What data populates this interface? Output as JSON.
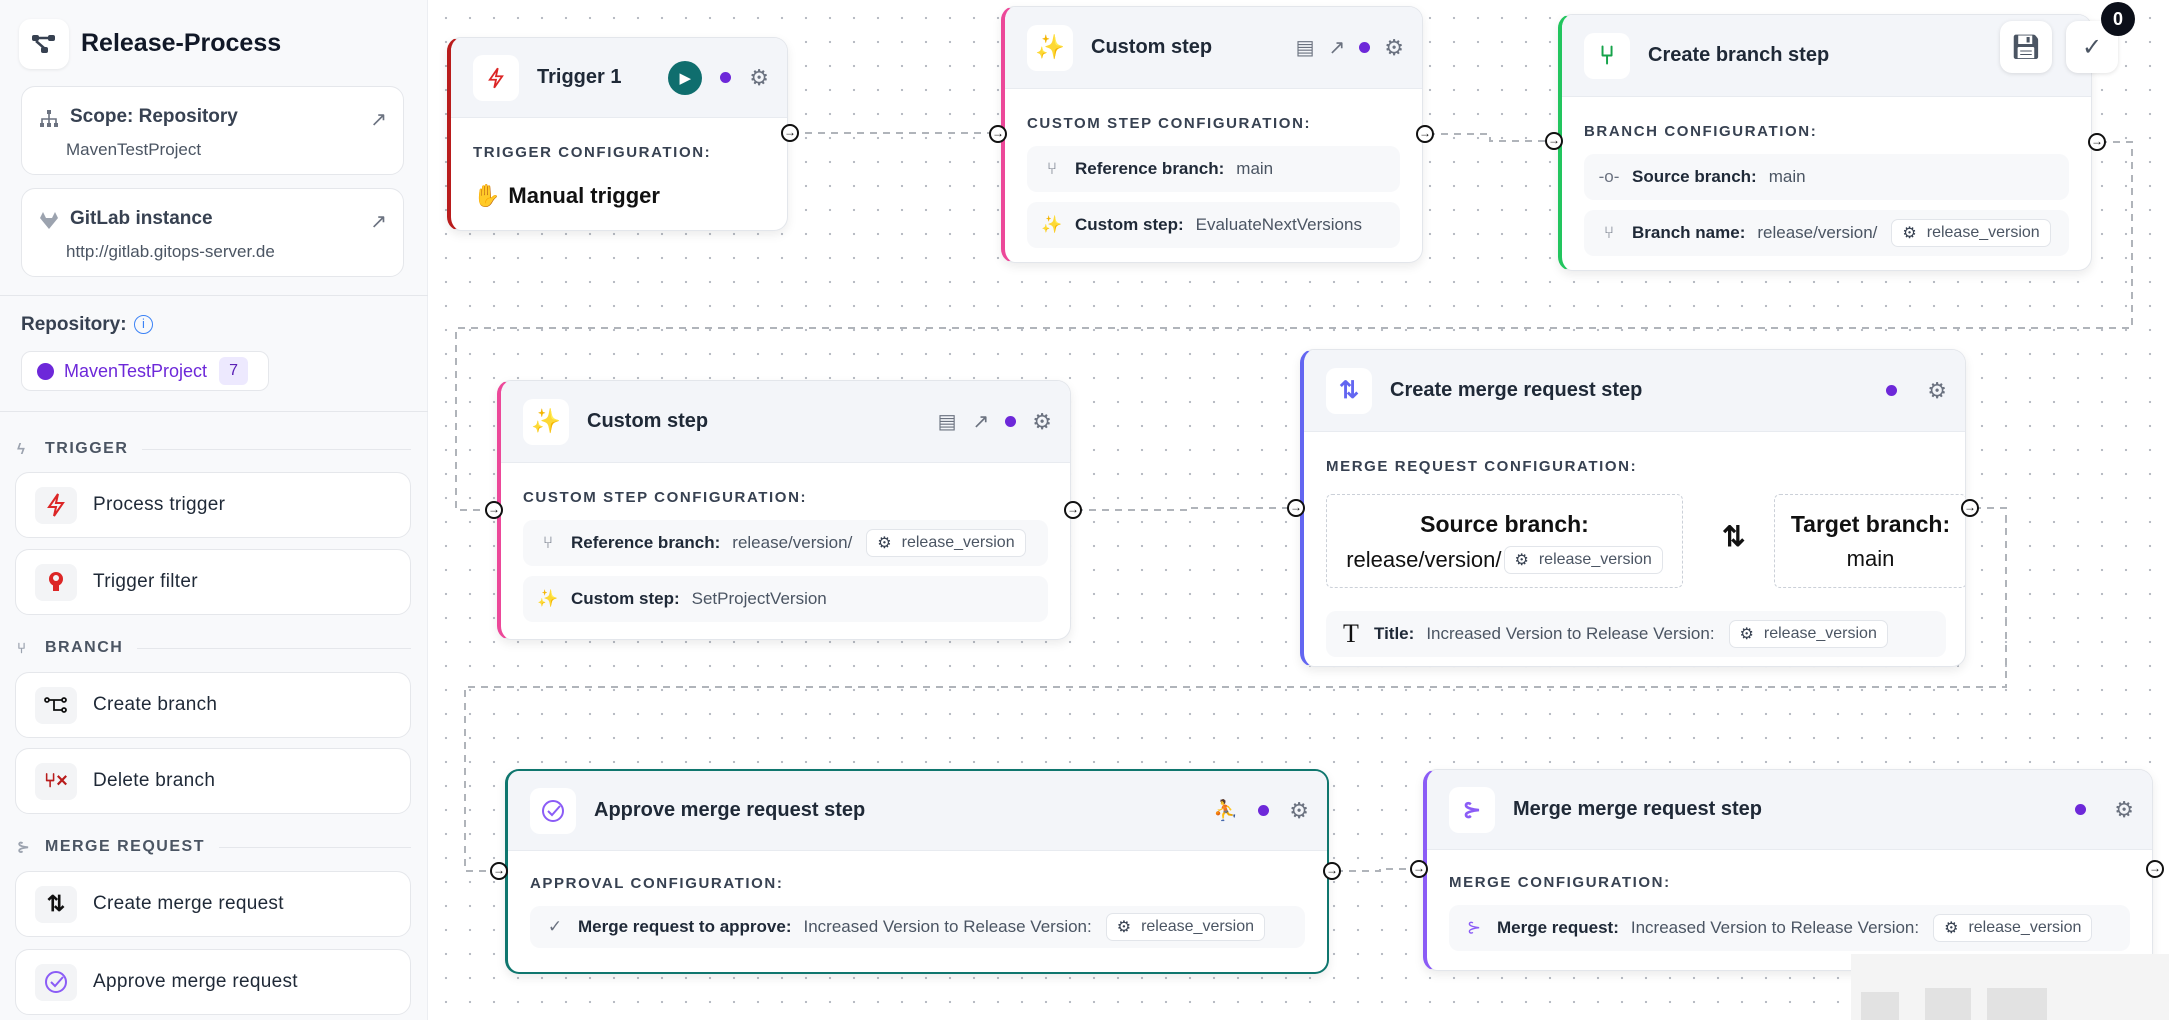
{
  "sidebar": {
    "title": "Release-Process",
    "scope": {
      "label": "Scope: Repository",
      "value": "MavenTestProject"
    },
    "gitlab": {
      "label": "GitLab instance",
      "value": "http://gitlab.gitops-server.de"
    },
    "repository": {
      "label": "Repository:",
      "chip": "MavenTestProject",
      "count": "7"
    },
    "sections": [
      {
        "title": "TRIGGER",
        "items": [
          {
            "label": "Process trigger",
            "icon": "lightning-icon"
          },
          {
            "label": "Trigger filter",
            "icon": "filter-icon"
          }
        ]
      },
      {
        "title": "BRANCH",
        "items": [
          {
            "label": "Create branch",
            "icon": "branch-create-icon"
          },
          {
            "label": "Delete branch",
            "icon": "branch-delete-icon"
          }
        ]
      },
      {
        "title": "MERGE REQUEST",
        "items": [
          {
            "label": "Create merge request",
            "icon": "pull-request-icon"
          },
          {
            "label": "Approve merge request",
            "icon": "approve-icon"
          }
        ]
      }
    ]
  },
  "toolbar": {
    "badge_count": "0"
  },
  "nodes": {
    "trigger": {
      "title": "Trigger 1",
      "config_label": "TRIGGER CONFIGURATION:",
      "value": "Manual trigger",
      "color": "#b91c1c"
    },
    "custom1": {
      "title": "Custom step",
      "config_label": "CUSTOM STEP CONFIGURATION:",
      "color": "#ec4899",
      "rows": [
        {
          "label": "Reference branch:",
          "value": "main"
        },
        {
          "label": "Custom step:",
          "value": "EvaluateNextVersions"
        }
      ]
    },
    "branch": {
      "title": "Create branch step",
      "config_label": "BRANCH CONFIGURATION:",
      "color": "#22c55e",
      "rows": [
        {
          "label": "Source branch:",
          "value": "main"
        },
        {
          "label": "Branch name:",
          "value": "release/version/",
          "variable": "release_version"
        }
      ]
    },
    "custom2": {
      "title": "Custom step",
      "config_label": "CUSTOM STEP CONFIGURATION:",
      "color": "#ec4899",
      "rows": [
        {
          "label": "Reference branch:",
          "value": "release/version/",
          "variable": "release_version"
        },
        {
          "label": "Custom step:",
          "value": "SetProjectVersion"
        }
      ]
    },
    "createmr": {
      "title": "Create merge request step",
      "config_label": "MERGE REQUEST CONFIGURATION:",
      "color": "#6366f1",
      "source_label": "Source branch:",
      "source_value": "release/version/",
      "source_variable": "release_version",
      "target_label": "Target branch:",
      "target_value": "main",
      "title_label": "Title:",
      "title_value": "Increased Version to Release Version:",
      "title_variable": "release_version"
    },
    "approve": {
      "title": "Approve merge request step",
      "config_label": "APPROVAL CONFIGURATION:",
      "color": "#0f766e",
      "rows": [
        {
          "label": "Merge request to approve:",
          "value": "Increased Version to Release Version:",
          "variable": "release_version"
        }
      ]
    },
    "merge": {
      "title": "Merge merge request step",
      "config_label": "MERGE CONFIGURATION:",
      "color": "#8b5cf6",
      "rows": [
        {
          "label": "Merge request:",
          "value": "Increased Version to Release Version:",
          "variable": "release_version"
        }
      ]
    }
  }
}
